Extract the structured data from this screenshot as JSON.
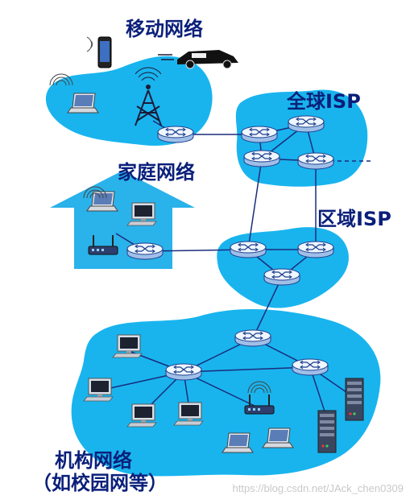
{
  "labels": {
    "mobile": "移动网络",
    "global_isp": "全球ISP",
    "home": "家庭网络",
    "regional_isp": "区域ISP",
    "institutional_line1": "机构网络",
    "institutional_line2": "（如校园网等）"
  },
  "watermark": "https://blog.csdn.net/JAck_chen0309",
  "colors": {
    "cloud": "#19b4ee",
    "house": "#2ab2ea",
    "router_top": "#eef6ff",
    "router_body": "#bcd6f4",
    "router_stroke": "#1f3e8c",
    "link": "#1a2d7c",
    "label": "#0a1f7a"
  },
  "icons": {
    "router": "router-icon",
    "tower": "cell-tower-icon",
    "laptop": "laptop-icon",
    "desktop": "desktop-computer-icon",
    "server": "server-icon",
    "wifi": "wireless-access-point-icon",
    "phone": "smartphone-icon",
    "car": "car-icon"
  }
}
